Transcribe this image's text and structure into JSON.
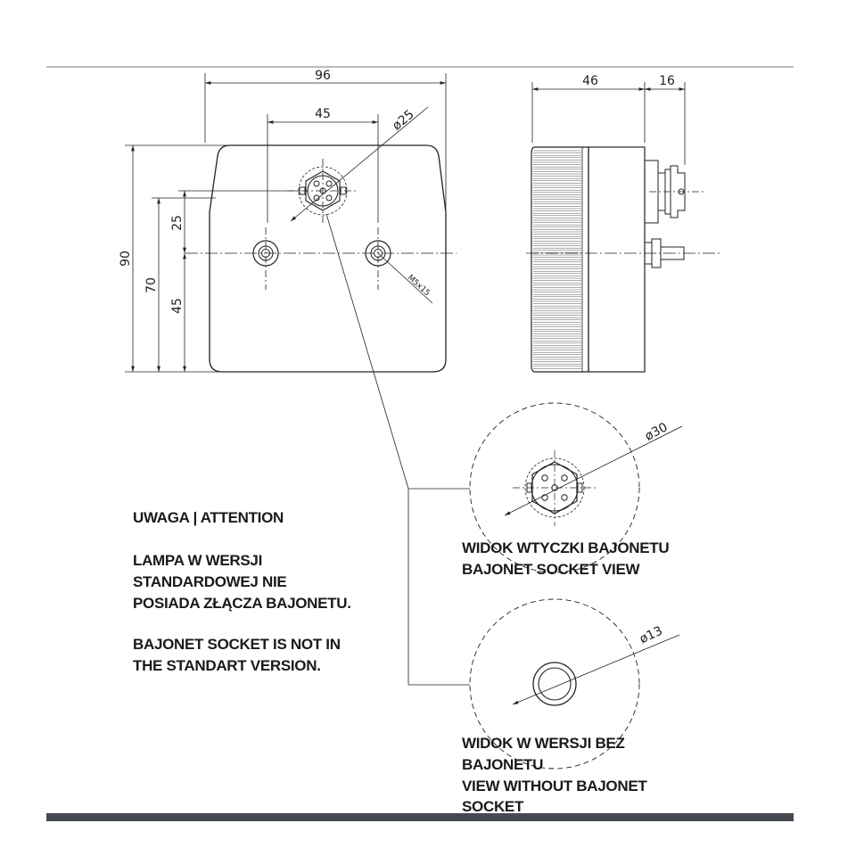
{
  "dimensions": {
    "width_overall": "96",
    "connector_spacing": "45",
    "connector_diameter": "ø25",
    "height_overall": "90",
    "height_mount": "70",
    "upper_offset": "25",
    "lower_offset": "45",
    "thread": "M5x15",
    "depth_body": "46",
    "depth_plug": "16",
    "socket_diameter": "ø30",
    "hole_diameter": "ø13"
  },
  "notes": {
    "attention_title": "UWAGA | ATTENTION",
    "polish_line1": "LAMPA W WERSJI",
    "polish_line2": "STANDARDOWEJ NIE",
    "polish_line3": "POSIADA ZŁĄCZA BAJONETU.",
    "english_line1": "BAJONET SOCKET IS NOT IN",
    "english_line2": "THE STANDART VERSION."
  },
  "detail_views": {
    "socket_view_pl": "WIDOK WTYCZKI BAJONETU",
    "socket_view_en": "BAJONET SOCKET VIEW",
    "plain_view_pl1": "WIDOK W WERSJI BEZ",
    "plain_view_pl2": "BAJONETU",
    "plain_view_en1": "VIEW WITHOUT BAJONET",
    "plain_view_en2": "SOCKET"
  }
}
